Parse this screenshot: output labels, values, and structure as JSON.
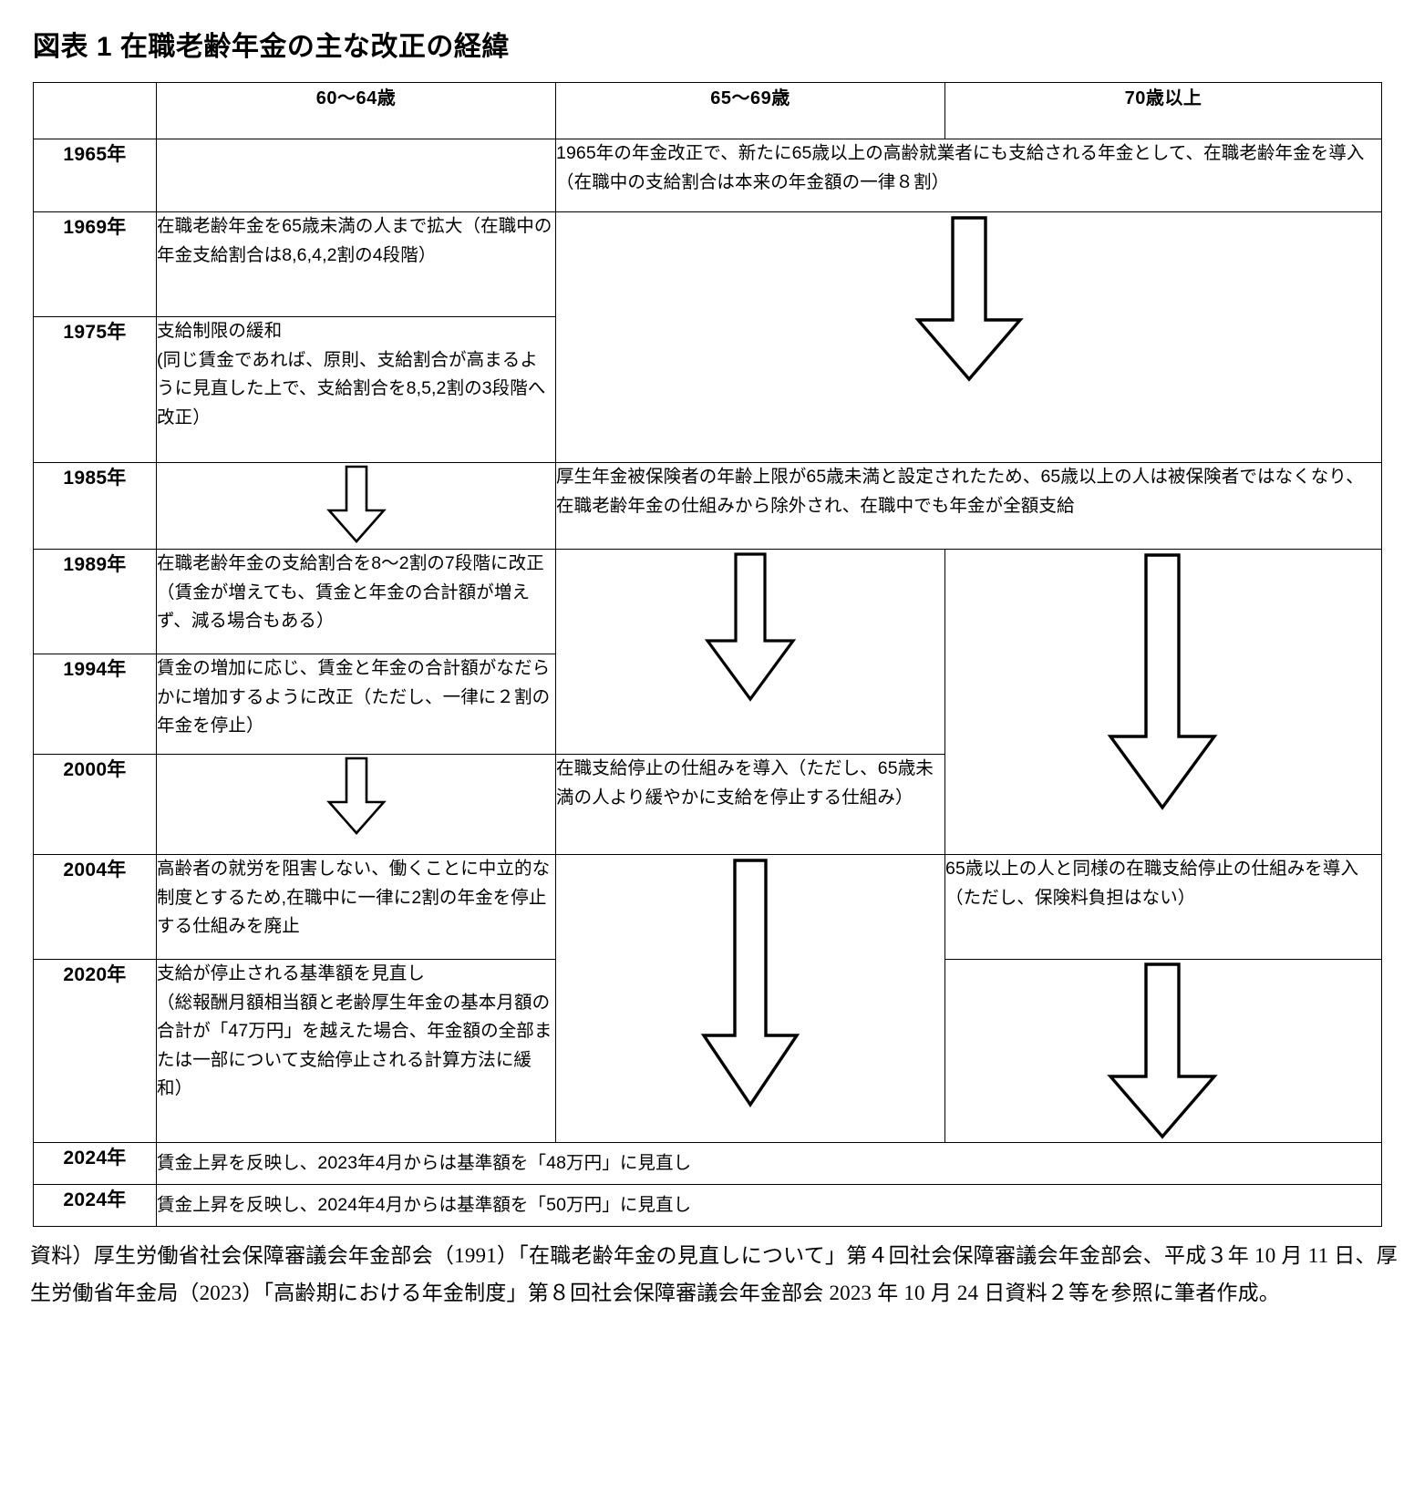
{
  "figure": {
    "title": "図表 1  在職老齢年金の主な改正の経緯"
  },
  "table": {
    "headers": {
      "year": "",
      "age_60_64": "60〜64歳",
      "age_65_69": "65〜69歳",
      "age_70_plus": "70歳以上"
    },
    "rows": [
      {
        "year": "1965年",
        "a": "",
        "b": "1965年の年金改正で、新たに65歳以上の高齢就業者にも支給される年金として、在職老齢年金を導入（在職中の支給割合は本来の年金額の一律８割）"
      },
      {
        "year": "1969年",
        "a": "在職老齢年金を65歳未満の人まで拡大（在職中の年金支給割合は8,6,4,2割の4段階）"
      },
      {
        "year": "1975年",
        "a": "支給制限の緩和\n(同じ賃金であれば、原則、支給割合が高まるように見直した上で、支給割合を8,5,2割の3段階へ改正）"
      },
      {
        "year": "1985年",
        "b": "厚生年金被保険者の年齢上限が65歳未満と設定されたため、65歳以上の人は被保険者ではなくなり、在職老齢年金の仕組みから除外され、在職中でも年金が全額支給"
      },
      {
        "year": "1989年",
        "a": "在職老齢年金の支給割合を8〜2割の7段階に改正（賃金が増えても、賃金と年金の合計額が増えず、減る場合もある）"
      },
      {
        "year": "1994年",
        "a": "賃金の増加に応じ、賃金と年金の合計額がなだらかに増加するように改正（ただし、一律に２割の年金を停止）"
      },
      {
        "year": "2000年",
        "b": "在職支給停止の仕組みを導入（ただし、65歳未満の人より緩やかに支給を停止する仕組み）"
      },
      {
        "year": "2004年",
        "a": "高齢者の就労を阻害しない、働くことに中立的な制度とするため,在職中に一律に2割の年金を停止する仕組みを廃止",
        "c": "65歳以上の人と同様の在職支給停止の仕組みを導入（ただし、保険料負担はない）"
      },
      {
        "year": "2020年",
        "a": "支給が停止される基準額を見直し\n（総報酬月額相当額と老齢厚生年金の基本月額の合計が「47万円」を越えた場合、年金額の全部または一部について支給停止される計算方法に緩和）"
      },
      {
        "year": "2024年",
        "full": "賃金上昇を反映し、2023年4月からは基準額を「48万円」に見直し"
      },
      {
        "year": "2024年",
        "full": "賃金上昇を反映し、2024年4月からは基準額を「50万円」に見直し"
      }
    ],
    "arrows": {
      "icon_name": "down-block-arrow-icon",
      "color": "#000000"
    }
  },
  "source": {
    "text": "資料）厚生労働省社会保障審議会年金部会（1991）「在職老齢年金の見直しについて」第４回社会保障審議会年金部会、平成３年 10 月 11 日、厚生労働省年金局（2023）「高齢期における年金制度」第８回社会保障審議会年金部会 2023 年 10 月 24 日資料２等を参照に筆者作成。"
  }
}
